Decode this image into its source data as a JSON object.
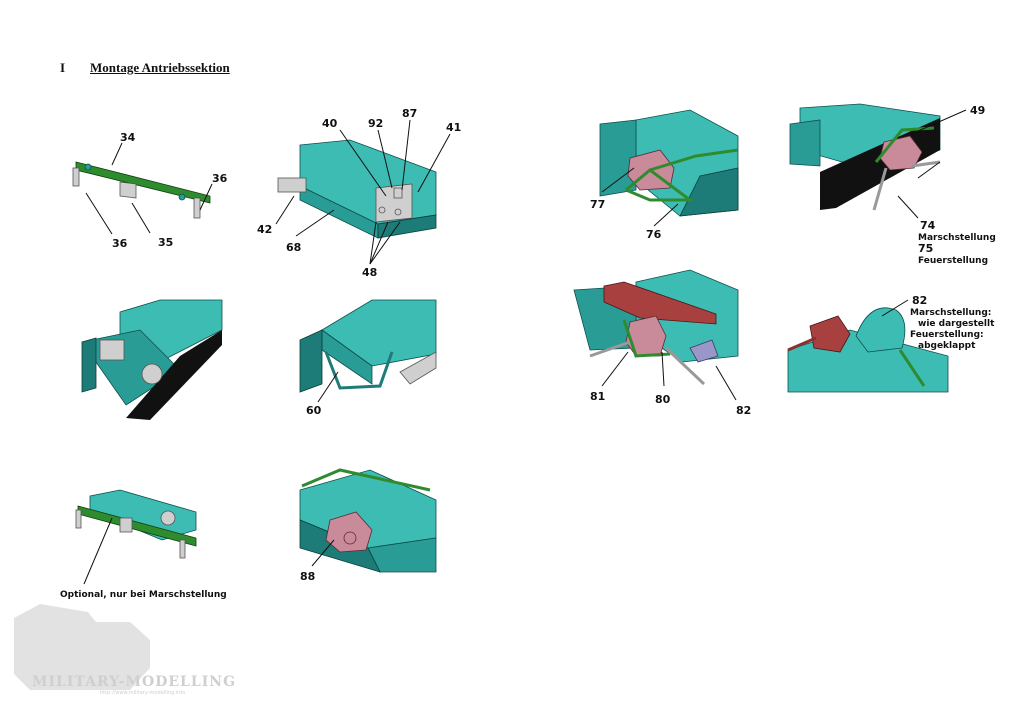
{
  "header": {
    "section": "I",
    "title": "Montage Antriebssektion"
  },
  "labels": {
    "l34": "34",
    "l36a": "36",
    "l36b": "36",
    "l35": "35",
    "l40": "40",
    "l92": "92",
    "l87": "87",
    "l41": "41",
    "l42": "42",
    "l68": "68",
    "l48": "48",
    "l60": "60",
    "l88": "88",
    "optional": "Optional, nur bei Marschstellung",
    "l77": "77",
    "l76": "76",
    "l49": "49",
    "l74": "74",
    "marsch74": "Marschstellung",
    "l75": "75",
    "feuer75": "Feuerstellung",
    "l81": "81",
    "l80": "80",
    "l82a": "82",
    "l82b": "82",
    "marsch82": "Marschstellung:",
    "wie": "wie dargestellt",
    "feuer82": "Feuerstellung:",
    "abgeklappt": "abgeklappt"
  },
  "watermark": {
    "brand": "MILITARY-MODELLING",
    "url": "http://www.military-modelling.info"
  },
  "icons": {
    "logo": "tank-silhouette-icon"
  }
}
